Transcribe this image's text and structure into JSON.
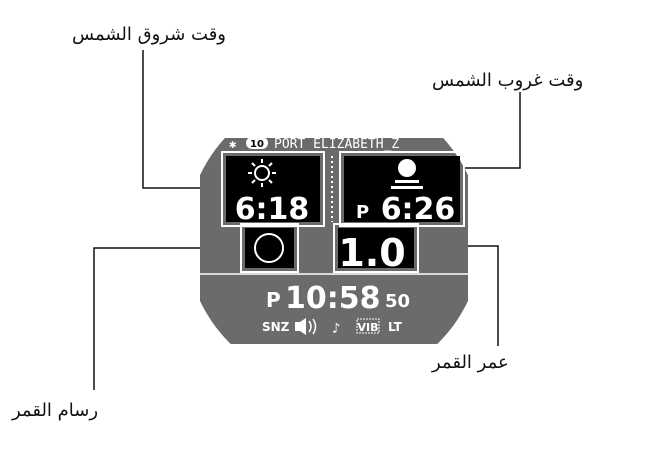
{
  "callouts": {
    "sunrise_time": "وقت شروق الشمس",
    "sunset_time": "وقت غروب الشمس",
    "moon_age": "عمر القمر",
    "moon_phase": "رسام القمر"
  },
  "watch": {
    "top_bar": {
      "bluetooth_icon": "bluetooth-icon",
      "mode_badge": "10",
      "city": "PORT ELIZABETH_Z"
    },
    "sunrise": {
      "icon": "sun-icon",
      "time": "6:18"
    },
    "sunset": {
      "icon": "sunset-icon",
      "am_pm": "P",
      "time": "6:26"
    },
    "moon_phase_icon": "moon-icon",
    "moon_age_value": "1.0",
    "time": {
      "am_pm": "P",
      "hhmm": "10:58",
      "seconds": "50"
    },
    "status": {
      "snz": "SNZ",
      "vib": "VIB",
      "lt": "LT"
    }
  },
  "colors": {
    "bezel": "#6b6b6b",
    "panel": "#000000",
    "text": "#ffffff"
  }
}
